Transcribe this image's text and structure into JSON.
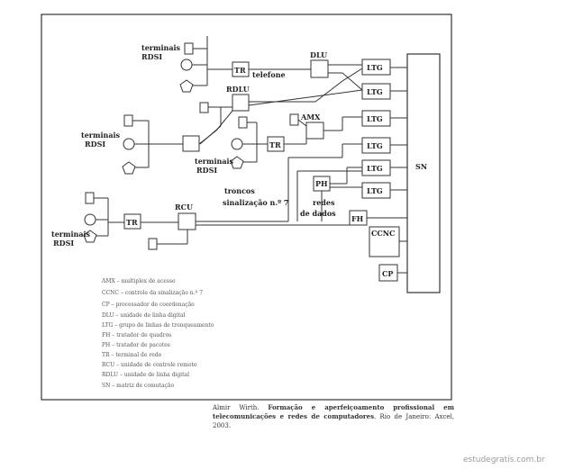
{
  "diagram": {
    "sn_label": "SN",
    "terminal_labels": {
      "top": [
        "terminais",
        "RDSI"
      ],
      "mid_left": [
        "terminais",
        "RDSI"
      ],
      "mid_center": [
        "terminais",
        "RDSI"
      ],
      "bottom": [
        "terminais",
        "RDSI"
      ]
    },
    "boxes": {
      "tr_top": "TR",
      "dlu": "DLU",
      "rdlu": "RDLU",
      "amx": "AMX",
      "tr_mid": "TR",
      "ph": "PH",
      "tr_bottom": "TR",
      "rcu": "RCU",
      "fh": "FH",
      "ccnc": "CCNC",
      "cp": "CP"
    },
    "ltg": [
      "LTG",
      "LTG",
      "LTG",
      "LTG",
      "LTG",
      "LTG"
    ],
    "annotations": {
      "telefone": "telefone",
      "troncos": [
        "troncos",
        "sinalização n.º 7"
      ],
      "redes": [
        "redes",
        "de dados"
      ]
    },
    "legend": [
      "AMX  – multiplex de acesso",
      "CCNC – controle da sinalização n.º 7",
      "CP   – processador de coordenação",
      "DLU  – unidade de linha digital",
      "LTG  – grupo de linhas de tronqueamento",
      "FH   – tratador de quadros",
      "PH   – tratador de pacotes",
      "TR   – terminal de rede",
      "RCU  – unidade de controle remoto",
      "RDLU – unidade de linha digital",
      "SN   – matriz de comutação"
    ]
  },
  "caption": {
    "author": "Almir Wirth.",
    "title": "Formação e aperfeiçoamento profissional em telecomunicações e redes de computadores",
    "publisher": ". Rio de Janeiro: Axcel, 2003."
  },
  "watermark": "estudegratis.com.br"
}
